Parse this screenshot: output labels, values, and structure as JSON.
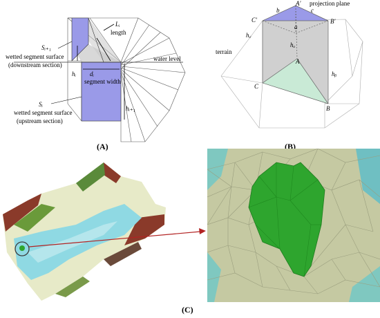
{
  "panel_a": {
    "caption": "(A)",
    "labels": {
      "s_i_plus_1": "Sᵢ₊₁",
      "downstream_line1": "wetted segment surface",
      "downstream_line2": "(downstream section)",
      "h_i": "hᵢ",
      "h_i_plus_1": "hᵢ₊₁",
      "l_i": "Lᵢ",
      "length": "length",
      "water_level": "water level",
      "d_i": "dᵢ",
      "segment_width": "segment width",
      "s_i": "Sᵢ",
      "upstream_line1": "wetted segment surface",
      "upstream_line2": "(upstream section)"
    }
  },
  "panel_b": {
    "caption": "(B)",
    "labels": {
      "a_prime": "A'",
      "b_lower": "b",
      "c_lower": "c",
      "projection_plane": "projection plane",
      "c_prime": "C'",
      "b_prime": "B'",
      "a_lower": "a",
      "terrain": "terrain",
      "h_c": "h꜀",
      "h_a": "hₐ",
      "a_upper": "A",
      "h_b": "hᵦ",
      "c_upper": "C",
      "b_upper": "B"
    }
  },
  "panel_c": {
    "caption": "(C)"
  },
  "colors": {
    "blue_surface": "#9a9ae8",
    "gray_surface": "#c8c8c8",
    "green_surface": "#c9ead6",
    "water": "#8fd9e3",
    "green_blob": "#2ea52e",
    "arrow": "#b22222"
  }
}
